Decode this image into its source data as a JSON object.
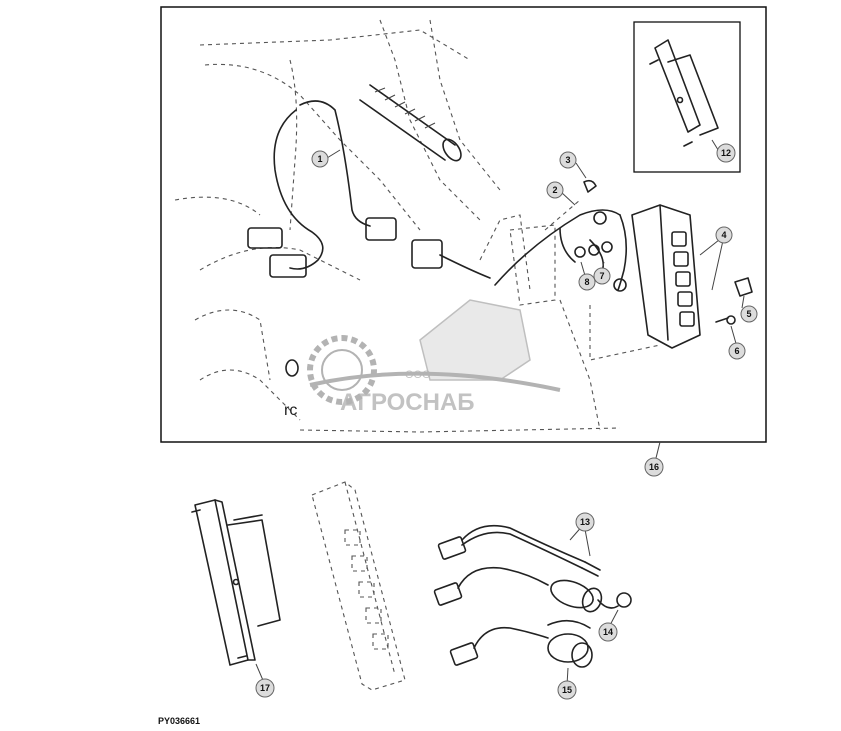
{
  "figure": {
    "code": "PY036661",
    "partial_label": "rc"
  },
  "watermark": {
    "small": "ООО",
    "big": "АГРОСНАБ"
  },
  "callouts": [
    "1",
    "2",
    "3",
    "4",
    "5",
    "6",
    "7",
    "8",
    "12",
    "13",
    "14",
    "15",
    "16",
    "17"
  ],
  "colors": {
    "ink": "#222222",
    "bubble": "#dcdcdc",
    "frame": "#111111"
  }
}
